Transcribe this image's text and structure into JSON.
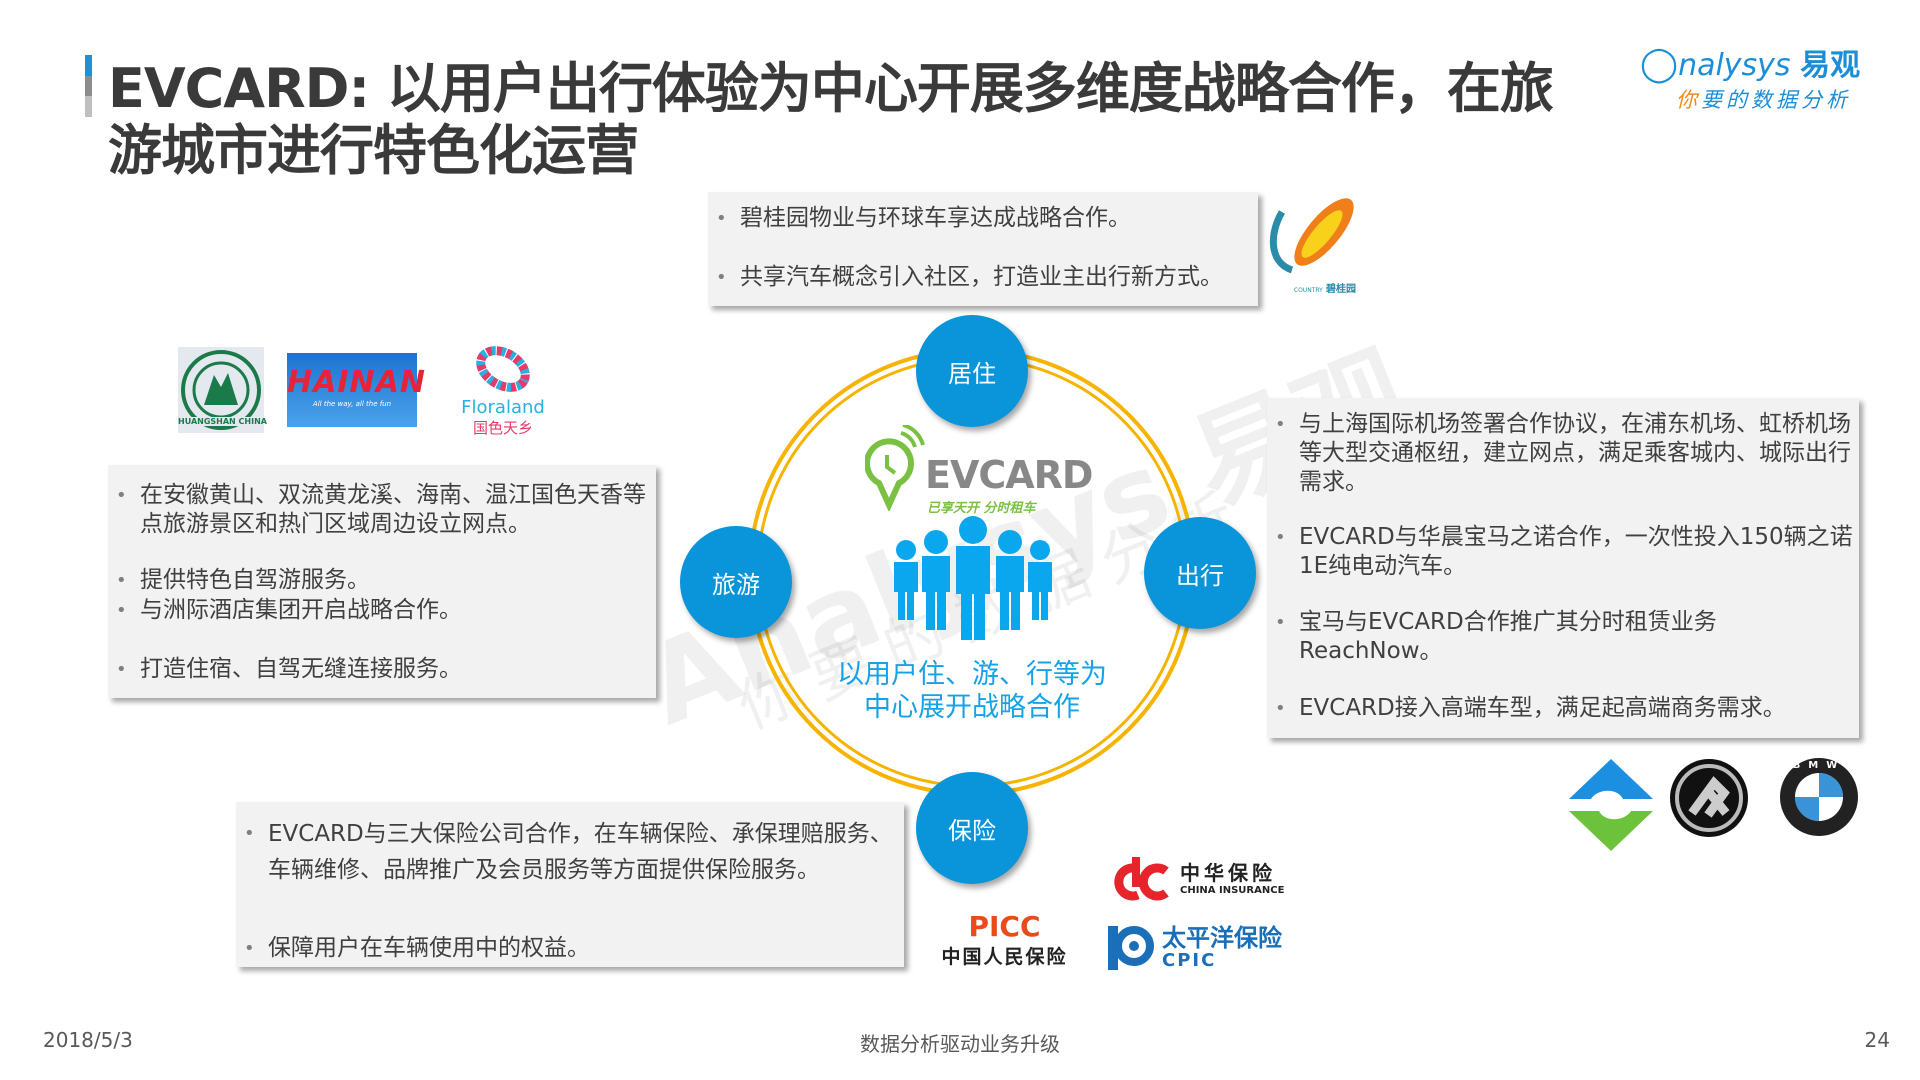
{
  "header": {
    "title_line1": "EVCARD: 以用户出行体验为中心开展多维度战略合作，在旅",
    "title_line2": "游城市进行特色化运营",
    "accent_colors": [
      "#1e90d6",
      "#8c8c8c",
      "#bfbfbf"
    ]
  },
  "brand_logo": {
    "name": "nalysys",
    "cn": "易观",
    "slogan_first": "你",
    "slogan_rest": "要的数据分析"
  },
  "watermark": {
    "text1": "Analysys 易观",
    "text2": "你要的数据分析"
  },
  "hub": {
    "nodes": {
      "residence": "居住",
      "travel": "旅游",
      "mobility": "出行",
      "insurance": "保险"
    },
    "evcard_logo": {
      "name": "EVCARD",
      "tagline": "已享天开 分时租车"
    },
    "center_line1": "以用户住、游、行等为",
    "center_line2": "中心展开战略合作",
    "colors": {
      "node": "#0a94d9",
      "ring": "#f6b400",
      "people": "#0aa7ef"
    }
  },
  "residence_box": {
    "bullets": [
      "碧桂园物业与环球车享达成战略合作。",
      "共享汽车概念引入社区，打造业主出行新方式。"
    ],
    "logo_text": "碧桂园",
    "logo_en": "COUNTRY"
  },
  "travel_box": {
    "bullets": [
      "在安徽黄山、双流黄龙溪、海南、温江国色天香等点旅游景区和热门区域周边设立网点。",
      "提供特色自驾游服务。",
      "与洲际酒店集团开启战略合作。",
      "打造住宿、自驾无缝连接服务。"
    ],
    "logos": {
      "huangshan": "HUANGSHAN CHINA",
      "hainan": "HAINAN",
      "hainan_tag": "All the way, all the fun",
      "floraland": "Floraland",
      "floraland_cn": "国色天乡"
    }
  },
  "mobility_box": {
    "bullets": [
      "与上海国际机场签署合作协议，在浦东机场、虹桥机场等大型交通枢纽，建立网点，满足乘客城内、城际出行需求。",
      "EVCARD与华晨宝马之诺合作，一次性投入150辆之诺1E纯电动汽车。",
      "宝马与EVCARD合作推广其分时租赁业务ReachNow。",
      "EVCARD接入高端车型，满足起高端商务需求。"
    ],
    "logos": {
      "bmw": "BMW"
    }
  },
  "insurance_box": {
    "bullets": [
      "EVCARD与三大保险公司合作，在车辆保险、承保理赔服务、车辆维修、品牌推广及会员服务等方面提供保险服务。",
      "保障用户在车辆使用中的权益。"
    ],
    "logos": {
      "china_insurance_cn": "中华保险",
      "china_insurance_en": "CHINA INSURANCE",
      "picc_en": "PICC",
      "picc_cn": "中国人民保险",
      "cpic_cn": "太平洋保险",
      "cpic_en": "CPIC"
    }
  },
  "footer": {
    "date": "2018/5/3",
    "center": "数据分析驱动业务升级",
    "page": "24"
  }
}
